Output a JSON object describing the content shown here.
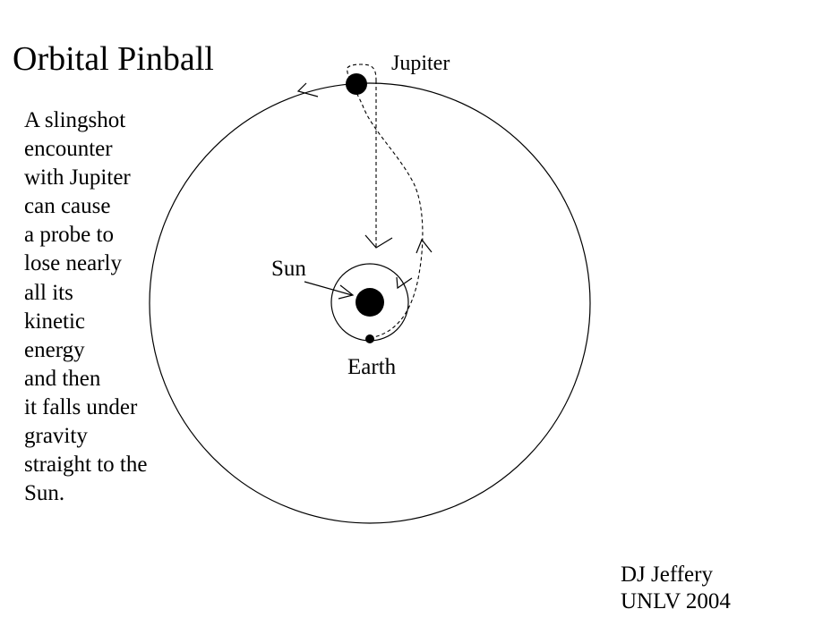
{
  "title": "Orbital Pinball",
  "caption_lines": [
    "A slingshot",
    "encounter",
    "with Jupiter",
    "can cause",
    "a probe to",
    "lose nearly",
    "all its",
    "kinetic",
    "energy",
    "and then",
    "it falls under",
    "gravity",
    "straight to the",
    "Sun."
  ],
  "labels": {
    "jupiter": "Jupiter",
    "sun": "Sun",
    "earth": "Earth"
  },
  "credit": {
    "author": "DJ Jeffery",
    "institution": "UNLV 2004"
  },
  "colors": {
    "ink": "#000000",
    "background": "#ffffff"
  }
}
